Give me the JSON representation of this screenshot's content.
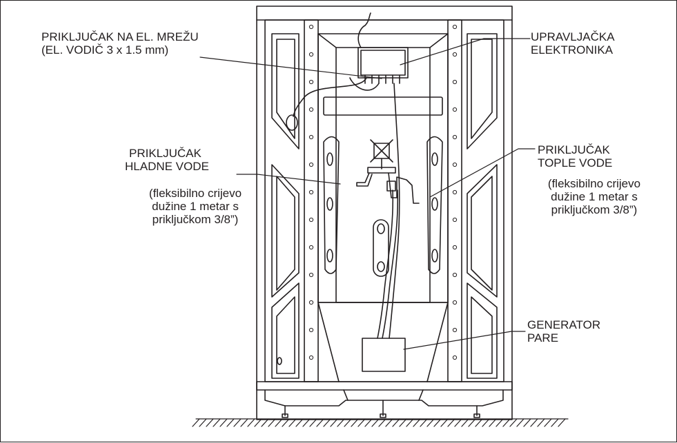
{
  "labels": {
    "power": {
      "line1": "PRIKLJUČAK NA EL. MREŽU",
      "line2": "(EL. VODIČ 3 x 1.5 mm)"
    },
    "electronics": {
      "line1": "UPRAVLJAČKA",
      "line2": "ELEKTRONIKA"
    },
    "cold": {
      "line1": "PRIKLJUČAK",
      "line2": "HLADNE VODE",
      "line3": "(fleksibilno crijevo",
      "line4": "dužine 1 metar s",
      "line5": "priključkom 3/8”)"
    },
    "hot": {
      "line1": "PRIKLJUČAK",
      "line2": "TOPLE VODE",
      "line3": "(fleksibilno crijevo",
      "line4": "dužine 1 metar s",
      "line5": "priključkom 3/8”)"
    },
    "generator": {
      "line1": "GENERATOR",
      "line2": "PARE"
    }
  },
  "colors": {
    "ink": "#231f20",
    "paper": "#ffffff"
  }
}
